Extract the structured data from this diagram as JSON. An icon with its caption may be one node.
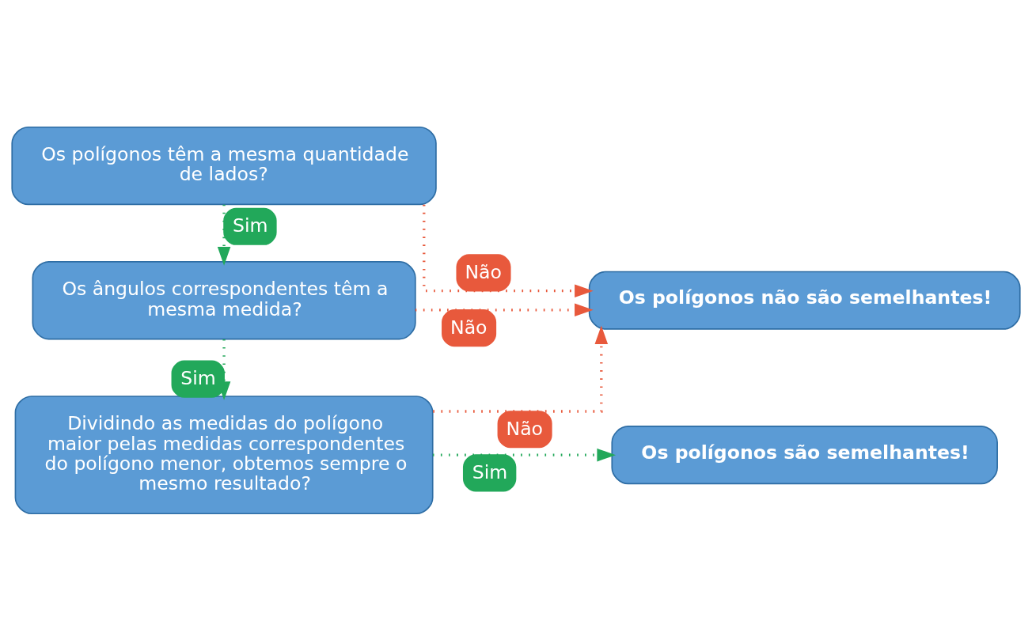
{
  "diagram": {
    "nodes": [
      {
        "text": [
          "Os polígonos têm a mesma quantidade de lados?"
        ]
      },
      {
        "text": [
          "Os ângulos correspondentes têm a mesma medida?"
        ]
      },
      {
        "text": [
          "Dividindo as medidas do polígono maior pelas medidas correspondentes do polígono menor, obtemos sempre o mesmo resultado?"
        ]
      },
      {
        "text": [
          "Os polígonos não são semelhantes!"
        ]
      },
      {
        "text": [
          "Os polígonos são semelhantes!"
        ]
      }
    ],
    "edges": [
      {
        "from": 0,
        "to": 3,
        "arrow": "to",
        "label": "Não",
        "style": "dashed",
        "color": "#e8593c"
      },
      {
        "from": 0,
        "to": 1,
        "arrow": "to",
        "label": "Sim",
        "style": "dashed",
        "color": "#22a85a"
      },
      {
        "from": 1,
        "to": 3,
        "arrow": "to",
        "label": "Não",
        "style": "dashed",
        "color": "#e8593c"
      },
      {
        "from": 1,
        "to": 2,
        "arrow": "to",
        "label": "Sim",
        "style": "dashed",
        "color": "#22a85a"
      },
      {
        "from": 2,
        "to": 3,
        "arrow": "to",
        "label": "Não",
        "style": "dashed",
        "color": "#e8593c"
      },
      {
        "from": 2,
        "to": 4,
        "arrow": "to",
        "label": "Sim",
        "style": "dashed",
        "color": "#22a85a"
      }
    ]
  }
}
